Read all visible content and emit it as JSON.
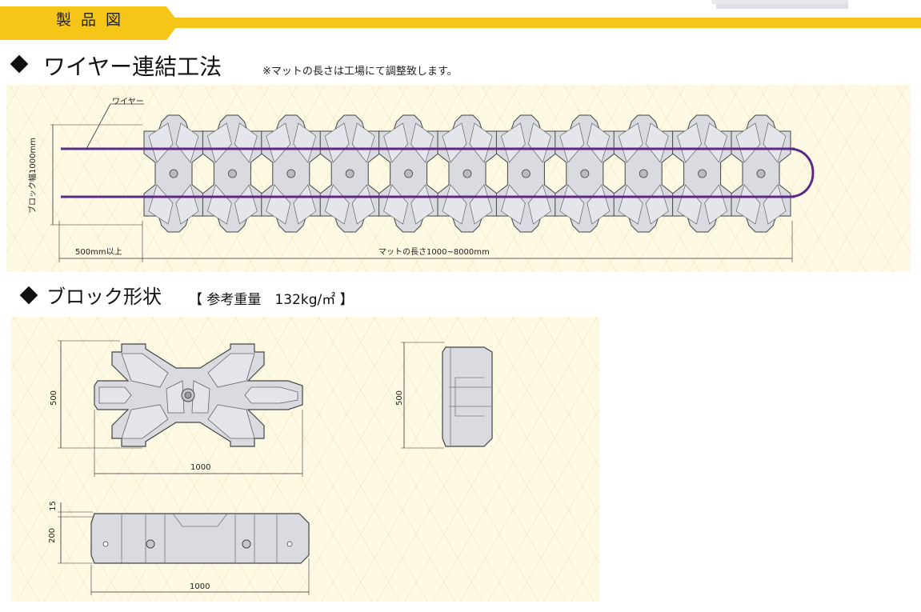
{
  "header": {
    "tab_label": "製品図"
  },
  "section1": {
    "title": "ワイヤー連結工法",
    "note": "※マットの長さは工場にて調整致します。",
    "labels": {
      "wire": "ワイヤー",
      "block_width": "ブロック幅1000mm",
      "lead_length": "500mm以上",
      "mat_length": "マットの長さ1000~8000mm"
    },
    "block_count": 11
  },
  "section2": {
    "title": "ブロック形状",
    "weight_note": "【 参考重量　132kg/㎡ 】",
    "dims": {
      "top_height": "500",
      "top_width": "1000",
      "side_height": "500",
      "front_top": "15",
      "front_height": "200",
      "front_width": "1000"
    }
  },
  "colors": {
    "accent_yellow": "#f5c518",
    "block_gray": "#d9dbe0",
    "wire_purple": "#5b2a86"
  }
}
